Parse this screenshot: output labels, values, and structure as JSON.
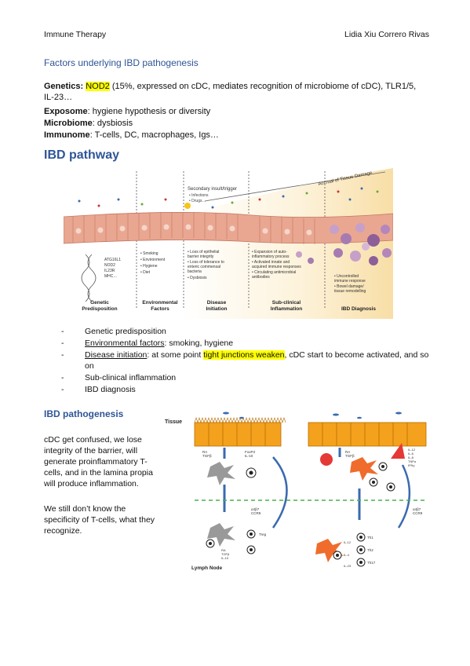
{
  "header": {
    "left": "Immune Therapy",
    "right": "Lidia Xiu Correro Rivas"
  },
  "subtitle": "Factors underlying IBD pathogenesis",
  "factors": {
    "genetics_label": "Genetics",
    "genetics_highlight": "NOD2",
    "genetics_text": " (15%, expressed on cDC, mediates recognition of microbiome of cDC), TLR1/5, IL-23…",
    "exposome_label": "Exposome",
    "exposome_text": ": hygiene hypothesis or diversity",
    "microbiome_label": "Microbiome",
    "microbiome_text": ": dysbiosis",
    "immunome_label": "Immunome",
    "immunome_text": ": T-cells, DC, macrophages, Igs…"
  },
  "pathway": {
    "heading": "IBD pathway",
    "accrual": "Accrual of Tissue Damage",
    "secondary": "Secondary insult/trigger",
    "sec_items": [
      "• Infections",
      "• Drugs…"
    ],
    "genes": [
      "ATG16L1",
      "NOD2",
      "IL23R",
      "MHC…"
    ],
    "env_items": [
      "• Smoking",
      "• Environment",
      "• Hygiene",
      "• Diet"
    ],
    "init_items": [
      "• Loss of epithelial",
      "  barrier integrity",
      "• Loss of tolerance to",
      "  enteric commensal",
      "  bacteria",
      "• Dysbiosis"
    ],
    "sub_items": [
      "• Expansion of auto-",
      "  inflammatory process",
      "• Activated innate and",
      "  acquired immune responses",
      "• Circulating antimicrobial",
      "  antibodies"
    ],
    "diag_items": [
      "• Uncontrolled",
      "  immune response",
      "• Bowel damage/",
      "  tissue remodelling"
    ],
    "stages": [
      {
        "l1": "Genetic",
        "l2": "Predisposition"
      },
      {
        "l1": "Environmental",
        "l2": "Factors"
      },
      {
        "l1": "Disease",
        "l2": "Initiation"
      },
      {
        "l1": "Sub-clinical",
        "l2": "Inflammation"
      },
      {
        "l1": "IBD Diagnosis",
        "l2": ""
      }
    ]
  },
  "bullets": {
    "b1": "Genetic predisposition",
    "b2_u": "Environmental factors",
    "b2_t": ": smoking, hygiene",
    "b3_u": "Disease initiation",
    "b3_t1": ": at some point ",
    "b3_hl": "tight junctions weaken",
    "b3_t2": ", cDC start to become activated, and so on",
    "b4": "Sub-clinical inflammation",
    "b5": "IBD diagnosis"
  },
  "pathogenesis": {
    "heading": "IBD pathogenesis",
    "p1": "cDC get confused, we lose integrity of the barrier, will generate proinflammatory T-cells, and in the lamina propia will produce inflammation.",
    "p2": "We still don’t know the specificity of T-cells, what they recognize.",
    "tissue": "Tissue",
    "lymph": "Lymph Node",
    "ra_top": [
      "RA",
      "TGFβ"
    ],
    "foxp3": [
      "FoxP3",
      "IL-10"
    ],
    "a4b7_l": [
      "α4β7",
      "CCR9"
    ],
    "treg": "Treg",
    "ra_bot": [
      "RA",
      "TGFβ",
      "IL-10"
    ],
    "ra_right": [
      "RA",
      "TGFβ"
    ],
    "il_list": [
      "IL-12",
      "IL-6",
      "IL-8",
      "TNFα",
      "IFNγ"
    ],
    "a4b7_r": [
      "α4β7",
      "CCR9"
    ],
    "th_cyt": [
      "IL-12",
      "IL-4",
      "IL-23"
    ],
    "th": [
      "Th1",
      "Th2",
      "Th17"
    ]
  }
}
